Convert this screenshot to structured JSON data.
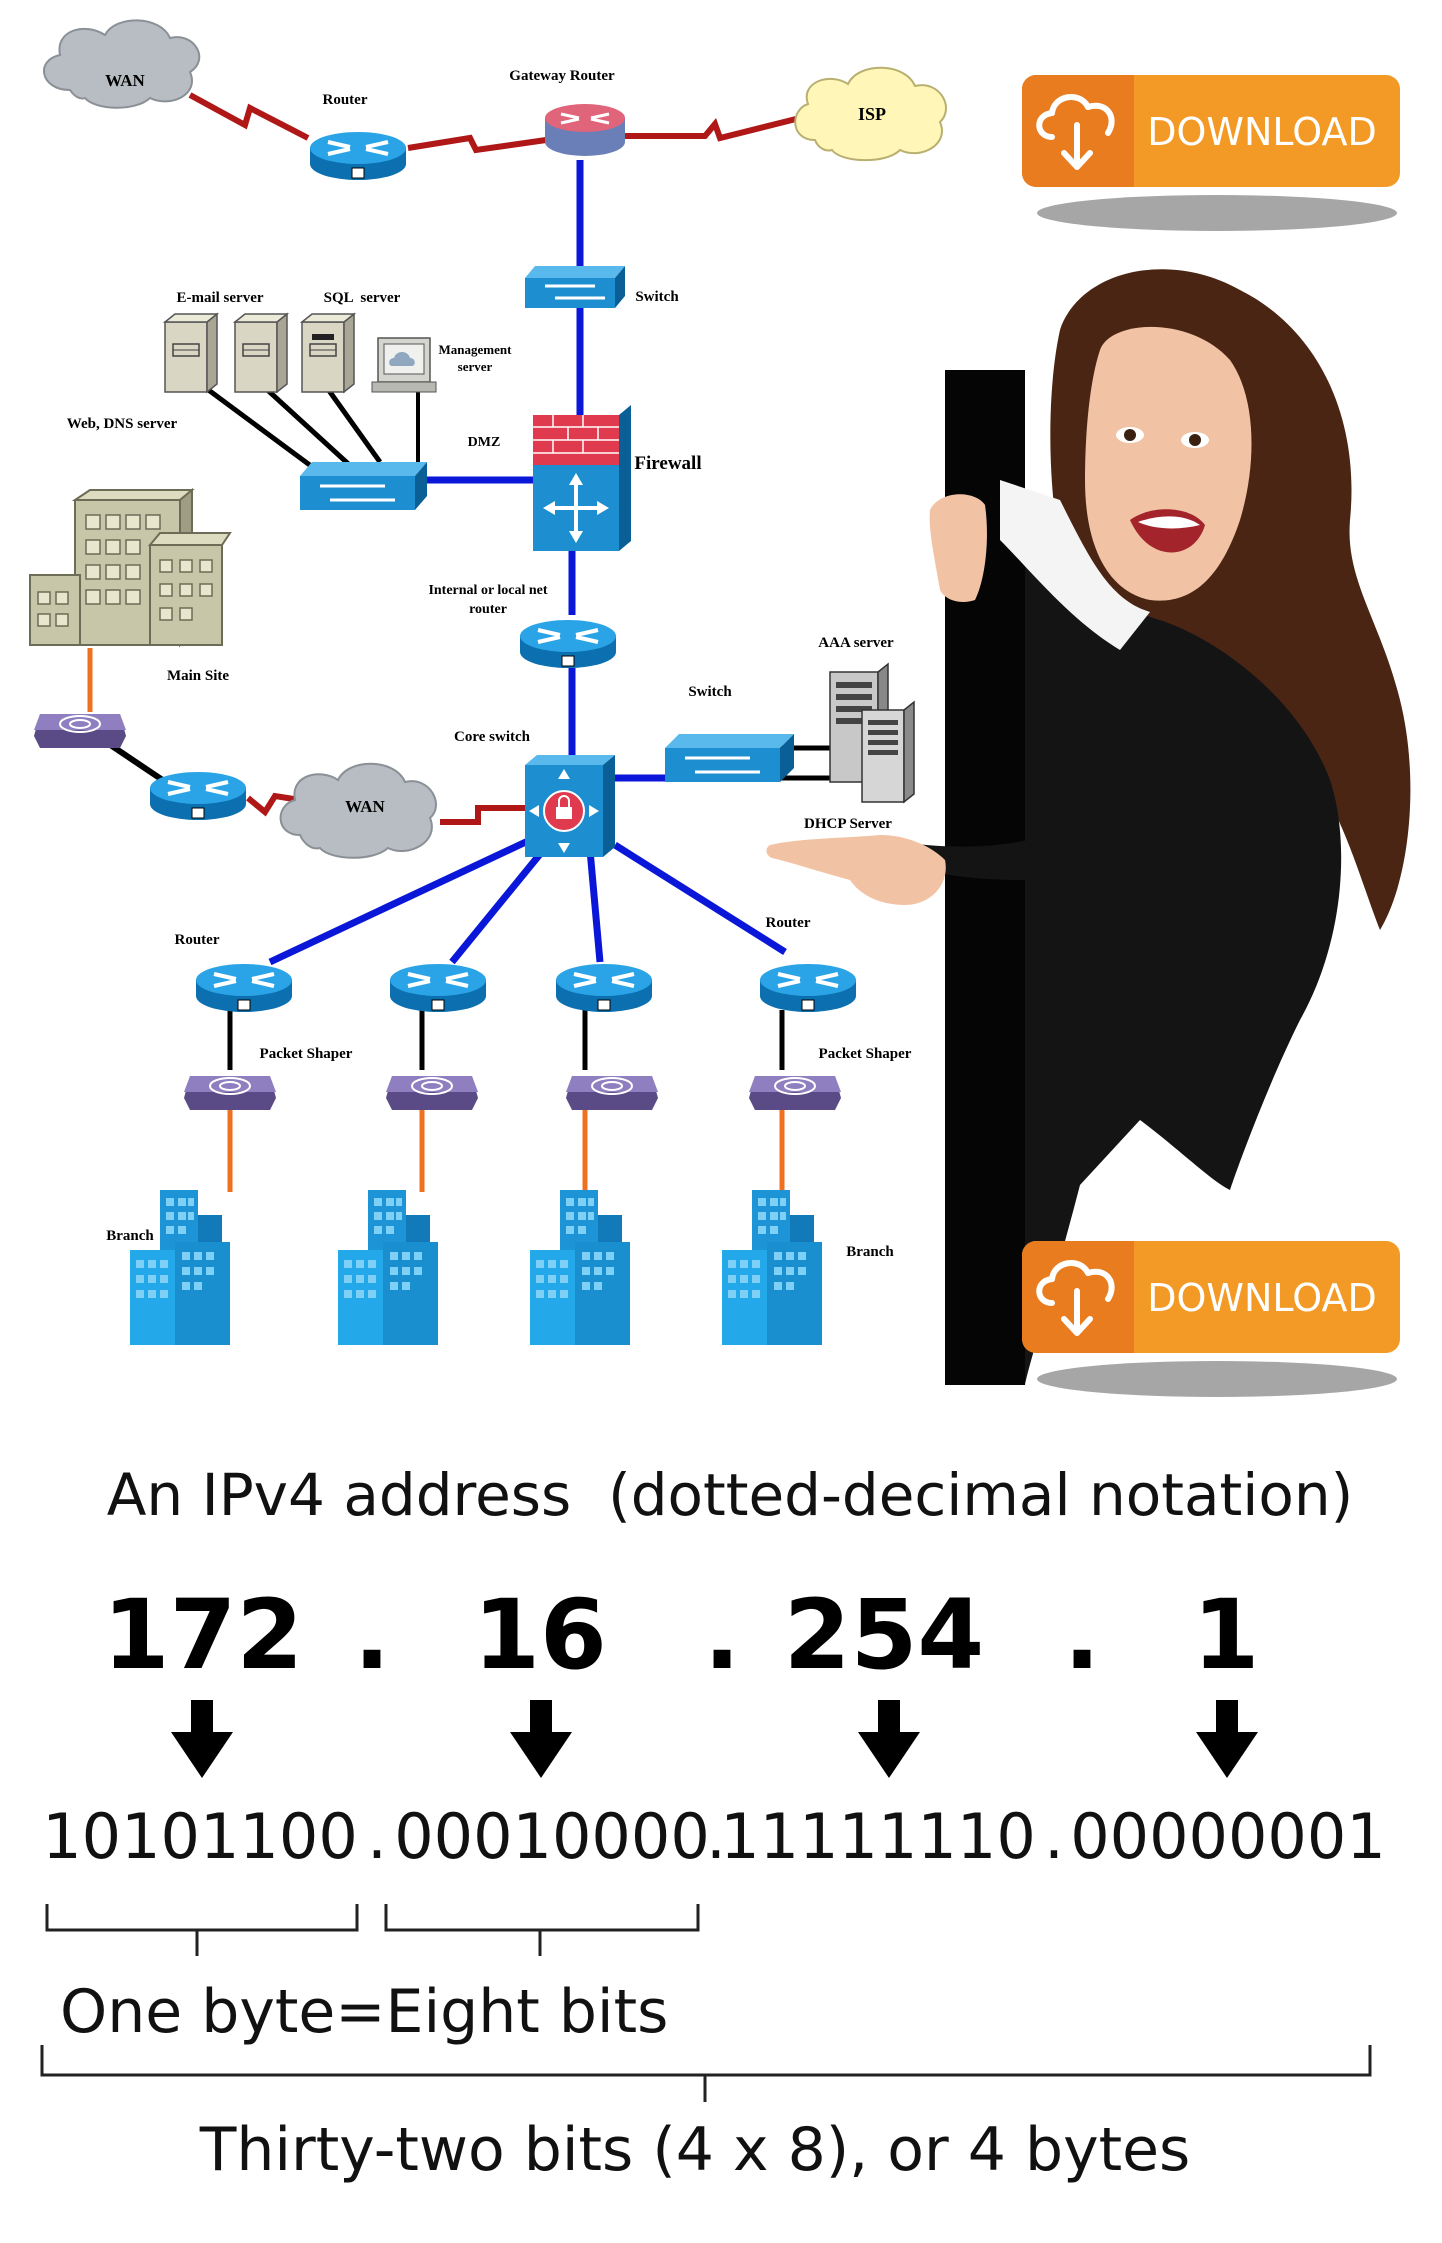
{
  "network": {
    "labels": {
      "wan_top": "WAN",
      "router_top": "Router",
      "gateway_router": "Gateway Router",
      "isp": "ISP",
      "switch_top": "Switch",
      "email_server": "E-mail server",
      "sql_server": "SQL  server",
      "management_server_l1": "Management",
      "management_server_l2": "server",
      "web_dns_server": "Web, DNS server",
      "dmz": "DMZ",
      "firewall": "Firewall",
      "internal_router_l1": "Internal or local net",
      "internal_router_l2": "router",
      "main_site": "Main Site",
      "aaa_server": "AAA server",
      "switch_mid": "Switch",
      "core_switch": "Core switch",
      "wan_mid": "WAN",
      "dhcp_server": "DHCP Server",
      "router_left": "Router",
      "router_right": "Router",
      "packet_shaper_left": "Packet Shaper",
      "packet_shaper_right": "Packet Shaper",
      "branch_left": "Branch",
      "branch_right": "Branch"
    },
    "colors": {
      "wan_link": "#b01818",
      "lan_link": "#0a17d8",
      "server_link": "#000000",
      "fiber_link": "#f07020",
      "device_blue": "#1d8fd0",
      "building_blue": "#23a9ea"
    }
  },
  "download": {
    "top_label": "DOWNLOAD",
    "bottom_label": "DOWNLOAD",
    "colors": {
      "icon_bg": "#e87c1f",
      "label_bg": "#f29a25",
      "text": "#ffffff"
    }
  },
  "ip": {
    "title": "An IPv4 address  (dotted-decimal notation)",
    "octets": [
      "172",
      "16",
      "254",
      "1"
    ],
    "dot": ".",
    "binary": [
      "10101100",
      "00010000",
      "11111110",
      "00000001"
    ],
    "byte_label": "One byte=Eight bits",
    "total_label": "Thirty-two bits (4 x 8), or 4 bytes"
  }
}
